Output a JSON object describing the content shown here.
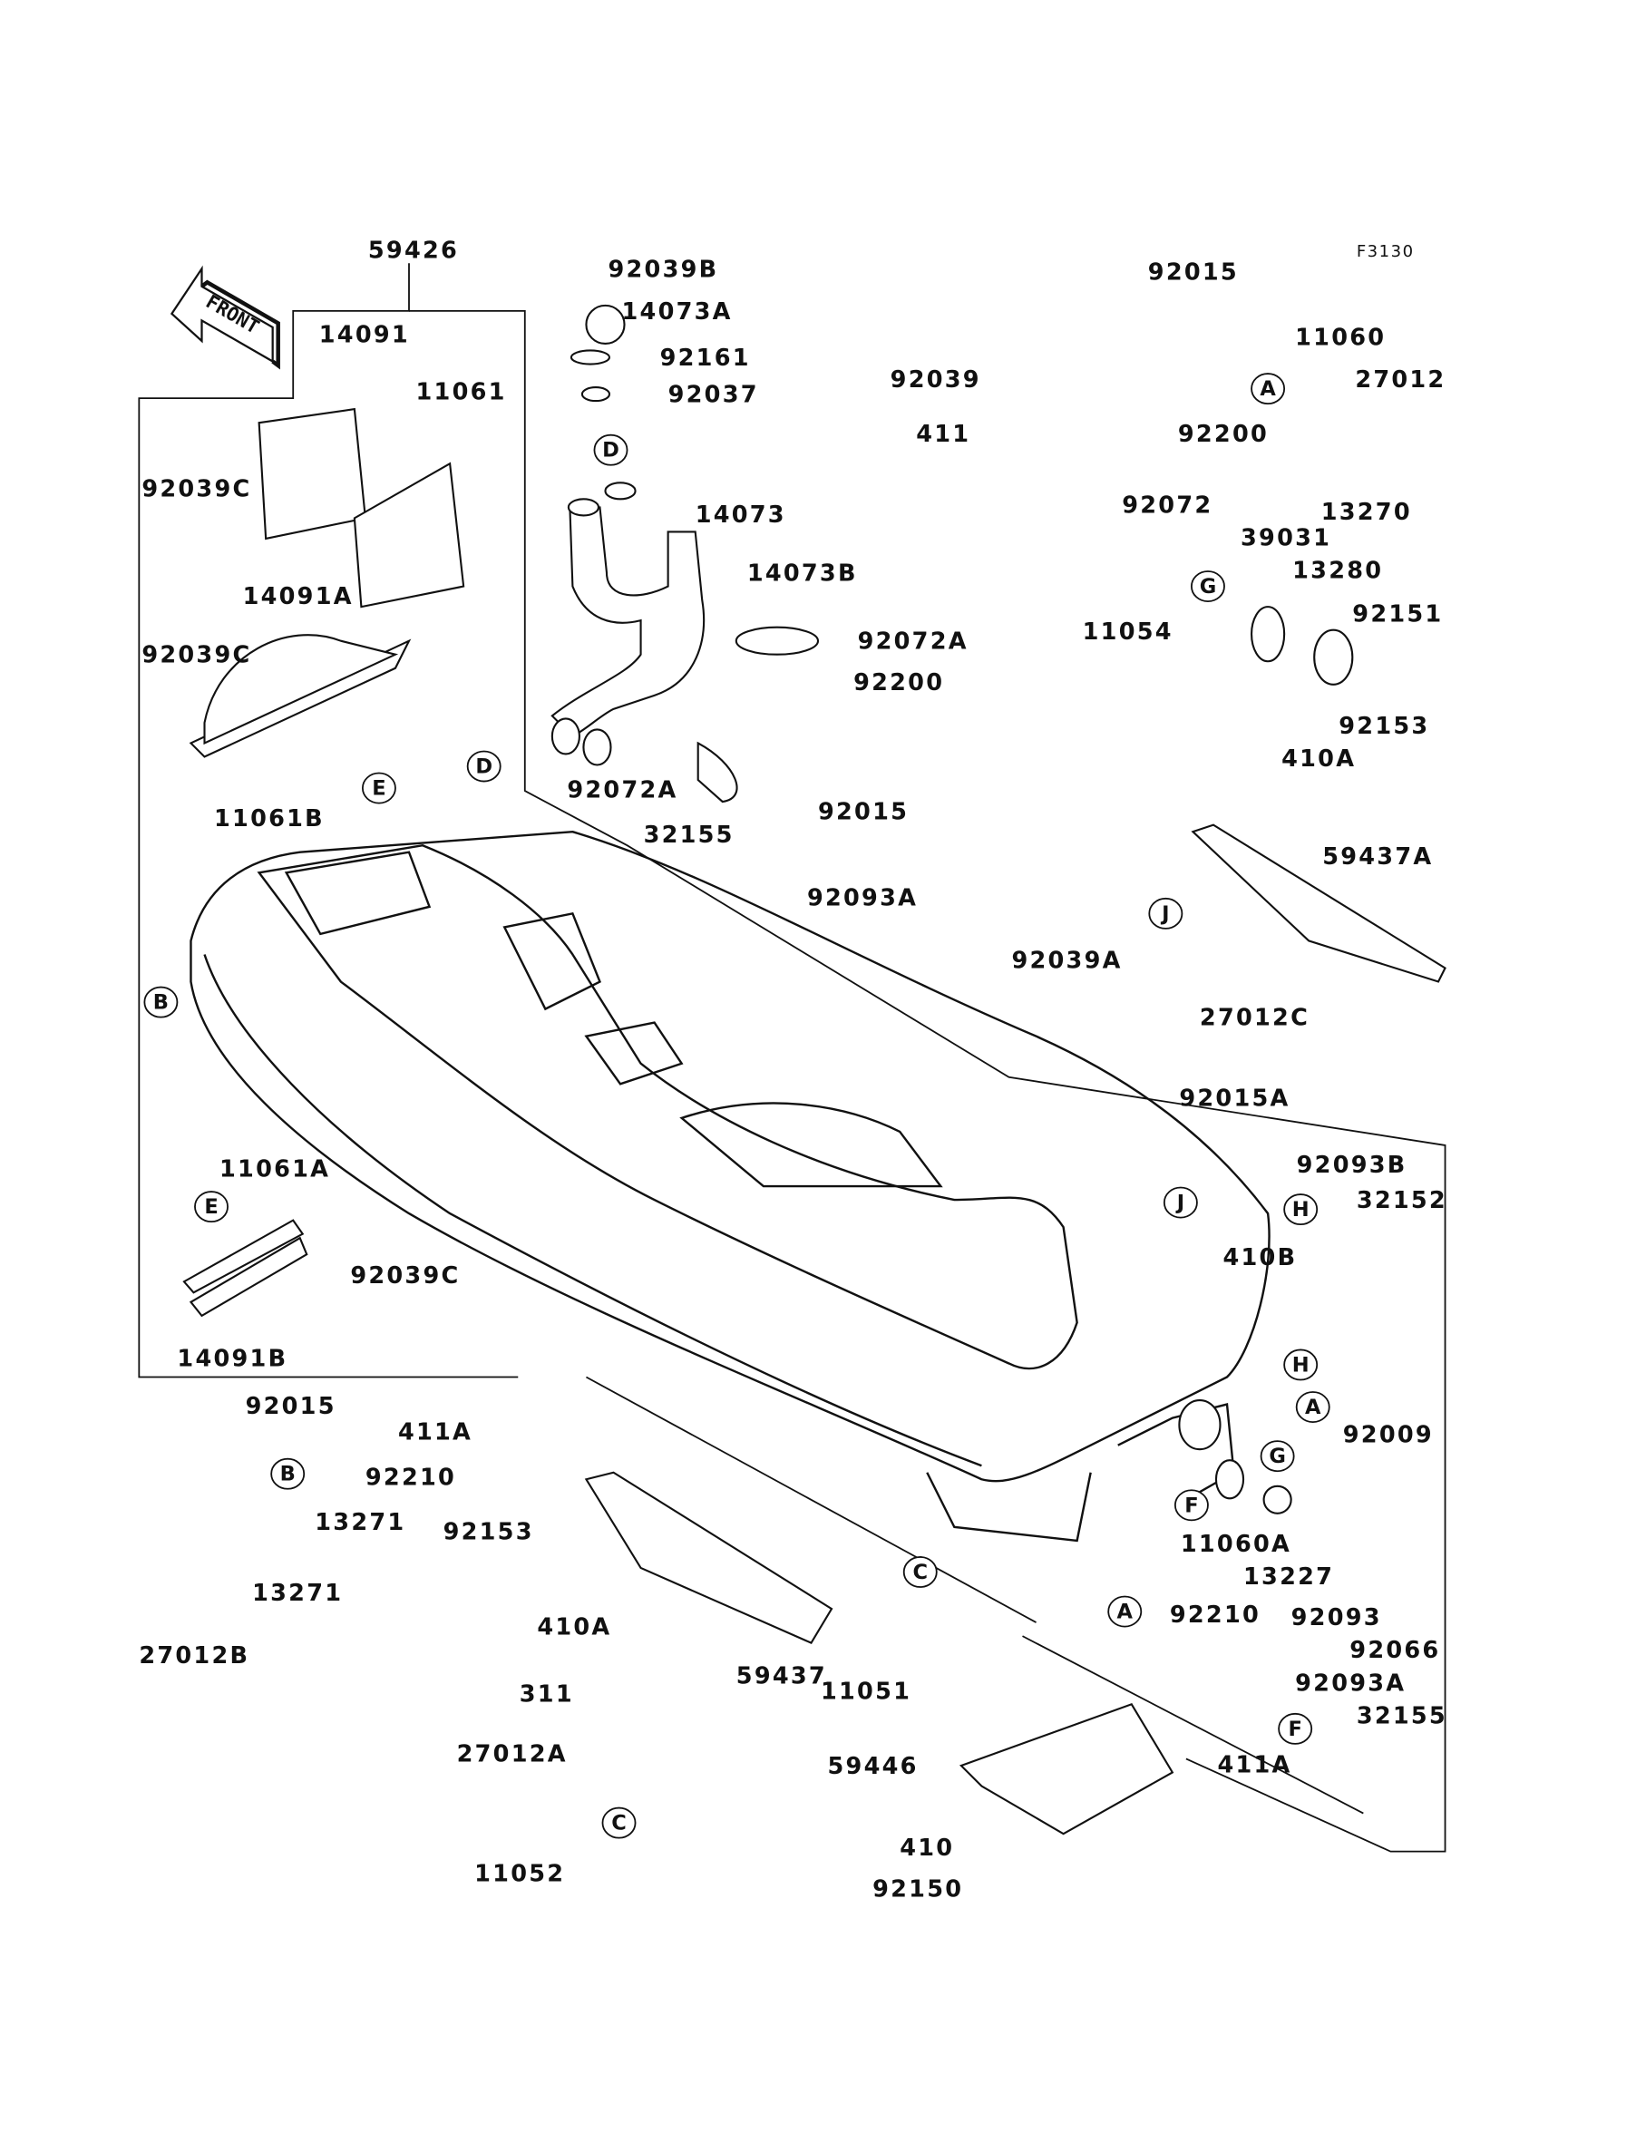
{
  "diagram": {
    "figure_code": "F3130",
    "front_arrow_label": "FRONT",
    "part_labels": [
      "59426",
      "92039B",
      "14073A",
      "92161",
      "92037",
      "14091",
      "11061",
      "92039C",
      "14073",
      "14073B",
      "14091A",
      "92039C",
      "92072A",
      "92200",
      "11061B",
      "92072A",
      "92015",
      "32155",
      "92093A",
      "92039A",
      "27012C",
      "92039",
      "411",
      "92072",
      "11054",
      "92015",
      "11060",
      "27012",
      "92200",
      "13270",
      "39031",
      "13280",
      "92151",
      "92153",
      "410A",
      "59437A",
      "92015A",
      "92093B",
      "32152",
      "410B",
      "11061A",
      "92039C",
      "14091B",
      "92009",
      "11060A",
      "13227",
      "92093",
      "92066",
      "92210",
      "92093A",
      "32155",
      "411A",
      "92015",
      "411A",
      "92210",
      "13271",
      "92153",
      "13271",
      "27012B",
      "410A",
      "59437",
      "11051",
      "59446",
      "311",
      "27012A",
      "11052",
      "410",
      "92150"
    ],
    "reference_letters": [
      "D",
      "D",
      "E",
      "B",
      "E",
      "B",
      "G",
      "A",
      "J",
      "J",
      "H",
      "H",
      "A",
      "G",
      "F",
      "C",
      "A",
      "F",
      "C"
    ]
  }
}
